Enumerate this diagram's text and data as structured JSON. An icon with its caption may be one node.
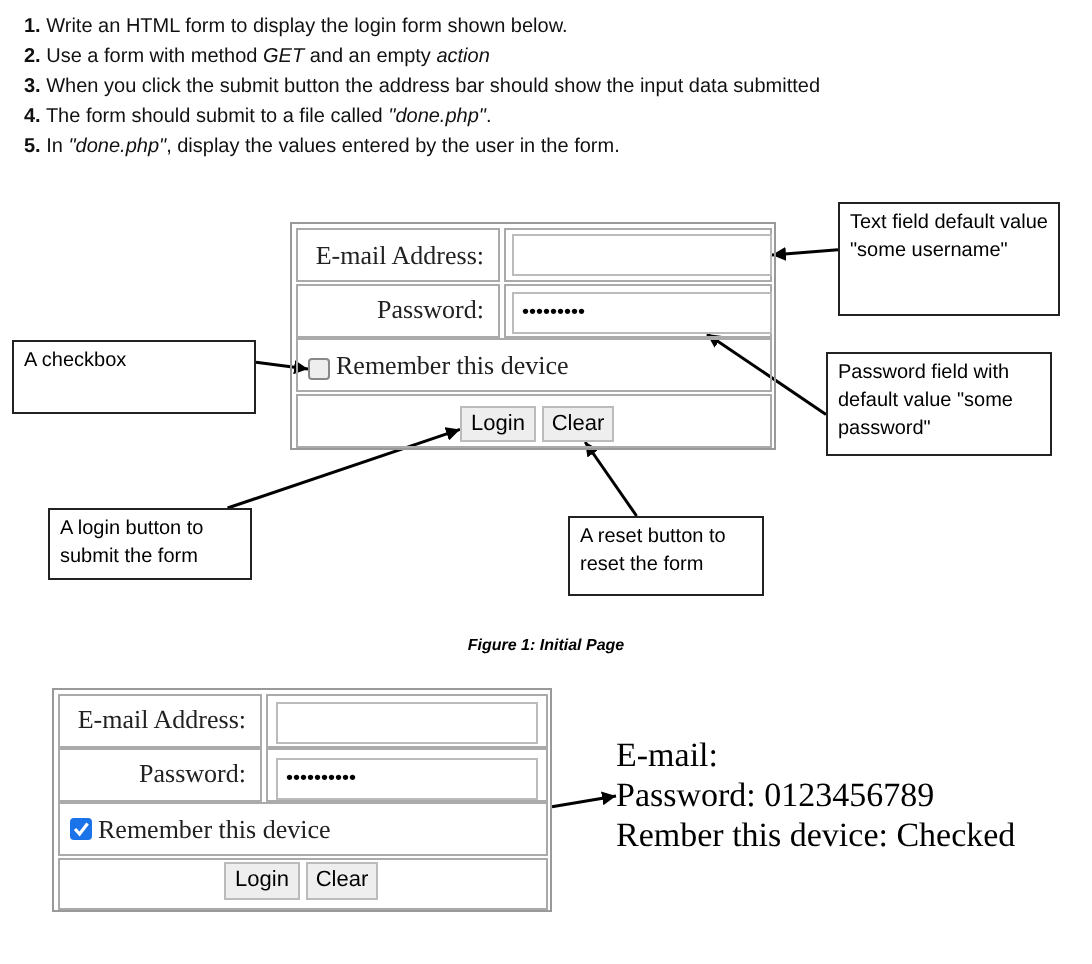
{
  "diagram": {
    "caption": "Figure 1: Initial Page",
    "nodes": [
      {
        "text": [
          "E-mail Address:",
          "Password:",
          "Remember this device"
        ]
      },
      {
        "text": [],
        "shape": "box",
        "in": 0
      },
      {
        "text": [
          "•••••••••"
        ],
        "in": 0
      },
      {
        "text": [],
        "shape": "box",
        "in": 0
      },
      {
        "text": [
          "Login"
        ],
        "in": 0
      },
      {
        "text": [
          "Clear"
        ],
        "in": 0
      },
      {
        "text": [
          "Text field default value \"some username\""
        ]
      },
      {
        "text": [
          "A checkbox"
        ]
      },
      {
        "text": [
          "Password field with default value \"some password\""
        ]
      },
      {
        "text": [
          "A login button to submit the form"
        ]
      },
      {
        "text": [
          "A reset button to reset the form"
        ]
      },
      {
        "text": [
          "E-mail Address:",
          "Password:",
          "Remember this device"
        ]
      },
      {
        "text": [],
        "shape": "box",
        "in": 11
      },
      {
        "text": [
          "••••••••••"
        ],
        "in": 11
      },
      {
        "text": [],
        "shape": "box",
        "in": 11
      },
      {
        "text": [
          "Login"
        ],
        "in": 11
      },
      {
        "text": [
          "Clear"
        ],
        "in": 11
      },
      {
        "text": [
          "E-mail:",
          "Password: 0123456789",
          "Rember this device: Checked"
        ]
      }
    ],
    "edges": [
      {
        "from": 6,
        "to": 1,
        "arrow": "to"
      },
      {
        "from": 7,
        "to": 3,
        "arrow": "to"
      },
      {
        "from": 8,
        "to": 2,
        "arrow": "to"
      },
      {
        "from": 9,
        "to": 4,
        "arrow": "to"
      },
      {
        "from": 10,
        "to": 5,
        "arrow": "to"
      },
      {
        "from": 11,
        "to": 17,
        "arrow": "to"
      }
    ],
    "labels": [
      "**1.** Write an HTML form to display the login form shown below.",
      "**2.** Use a form with method *GET* and an empty *action*",
      "**3.** When you click the submit button the address bar should show the input data submitted",
      "**4.** The form should submit to a file called *\"done.php\"*.",
      "**5.** In *\"done.php\"*, display the values entered by the user in the form."
    ]
  }
}
